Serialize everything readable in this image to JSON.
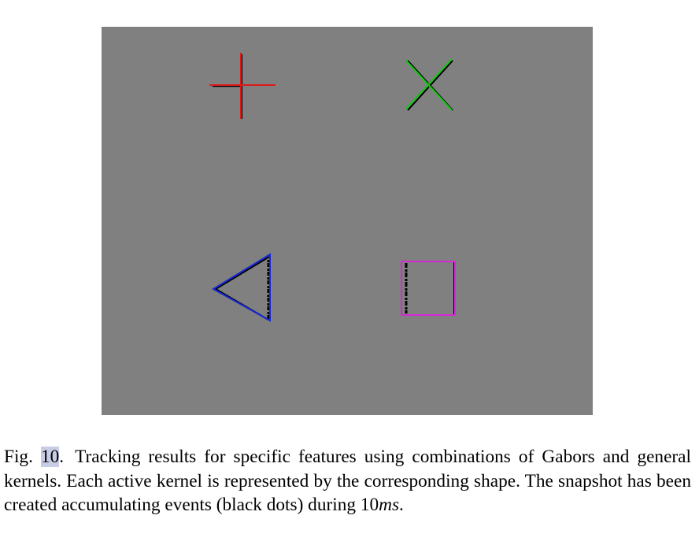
{
  "figure": {
    "background_color": "#808080",
    "shapes": [
      {
        "name": "cross",
        "color": "#e01818"
      },
      {
        "name": "x-mark",
        "color": "#18c418"
      },
      {
        "name": "triangle",
        "color": "#1828d8"
      },
      {
        "name": "square",
        "color": "#d828d8"
      }
    ],
    "event_color": "#000000"
  },
  "caption": {
    "fig_label": "Fig.",
    "fig_number": "10",
    "fig_period": ".",
    "text": "Tracking results for specific features using combinations of Gabors and general kernels. Each active kernel is represented by the corresponding shape. The snapshot has been created accumulating events (black dots) during",
    "time_value": "10",
    "time_unit": "ms",
    "end_period": "."
  }
}
